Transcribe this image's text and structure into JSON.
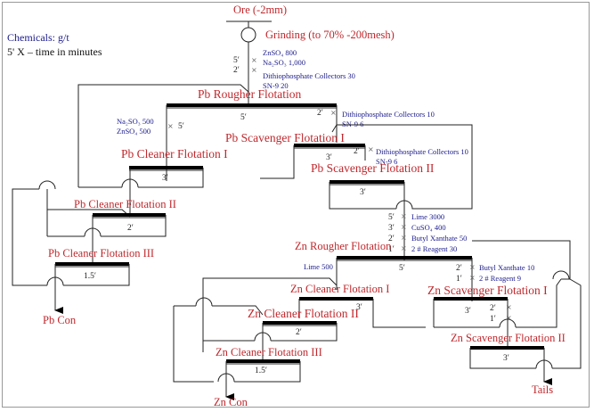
{
  "legend": {
    "chemicals": "Chemicals:  g/t",
    "time_note": "5' X – time in minutes"
  },
  "feed": {
    "ore": "Ore (-2mm)",
    "grinding": "Grinding  (to 70% -200mesh)"
  },
  "pb_rougher": {
    "label": "Pb Rougher Flotation",
    "time": "5′",
    "reagents_pre": [
      {
        "time": "5′",
        "name": "ZnSO₄   800"
      },
      {
        "time": "2′",
        "name": "Na₂SO₃   1,000"
      },
      {
        "time": "",
        "name": "Dithiophosphate Collectors 30"
      },
      {
        "time": "",
        "name": "SN-9   20"
      }
    ]
  },
  "pb_cleaner1": {
    "label": "Pb Cleaner Flotation I",
    "time": "3′",
    "reagent_time": "5′",
    "reagents": [
      "Na₂SO₃ 500",
      "ZnSO₄ 500"
    ]
  },
  "pb_scavenger1": {
    "label": "Pb Scavenger Flotation I",
    "time": "3′",
    "reagent_time": "2′",
    "reagents": [
      "Dithiophosphate Collectors 10",
      "SN-9    6"
    ]
  },
  "pb_scavenger2": {
    "label": "Pb Scavenger Flotation II",
    "time": "3′",
    "reagent_time": "2′",
    "reagents": [
      "Dithiophosphate Collectors 10",
      "SN-9    6"
    ]
  },
  "pb_cleaner2": {
    "label": "Pb Cleaner Flotation II",
    "time": "2′"
  },
  "pb_cleaner3": {
    "label": "Pb Cleaner Flotation III",
    "time": "1.5′"
  },
  "pb_con": "Pb Con",
  "zn_rougher": {
    "label": "Zn Rougher Flotation",
    "time": "5′",
    "reagents": [
      {
        "time": "5′",
        "name": "Lime 3000"
      },
      {
        "time": "3′",
        "name": "CuSO₄  400"
      },
      {
        "time": "2′",
        "name": "Butyl Xanthate 50"
      },
      {
        "time": "1′",
        "name": "2 # Reagent 30"
      }
    ]
  },
  "zn_cleaner1": {
    "label": "Zn Cleaner Flotation I",
    "time": "3′",
    "reagents": [
      "Lime 500"
    ]
  },
  "zn_cleaner2": {
    "label": "Zn Cleaner Flotation II",
    "time": "2′"
  },
  "zn_cleaner3": {
    "label": "Zn Cleaner Flotation III",
    "time": "1.5′"
  },
  "zn_con": "Zn Con",
  "zn_scavenger1": {
    "label": "Zn Scavenger Flotation I",
    "time": "3′",
    "reagents": [
      {
        "time": "2′",
        "name": "Butyl Xanthate 10"
      },
      {
        "time": "1′",
        "name": "2 # Reagent 9"
      }
    ]
  },
  "zn_scavenger2": {
    "label": "Zn Scavenger Flotation II",
    "time": "3′",
    "reagent_times": [
      "2′",
      "1′"
    ]
  },
  "tails": "Tails",
  "colors": {
    "label_red": "#c0282d",
    "reagent_blue": "#1a1a8c",
    "line": "#222222"
  }
}
